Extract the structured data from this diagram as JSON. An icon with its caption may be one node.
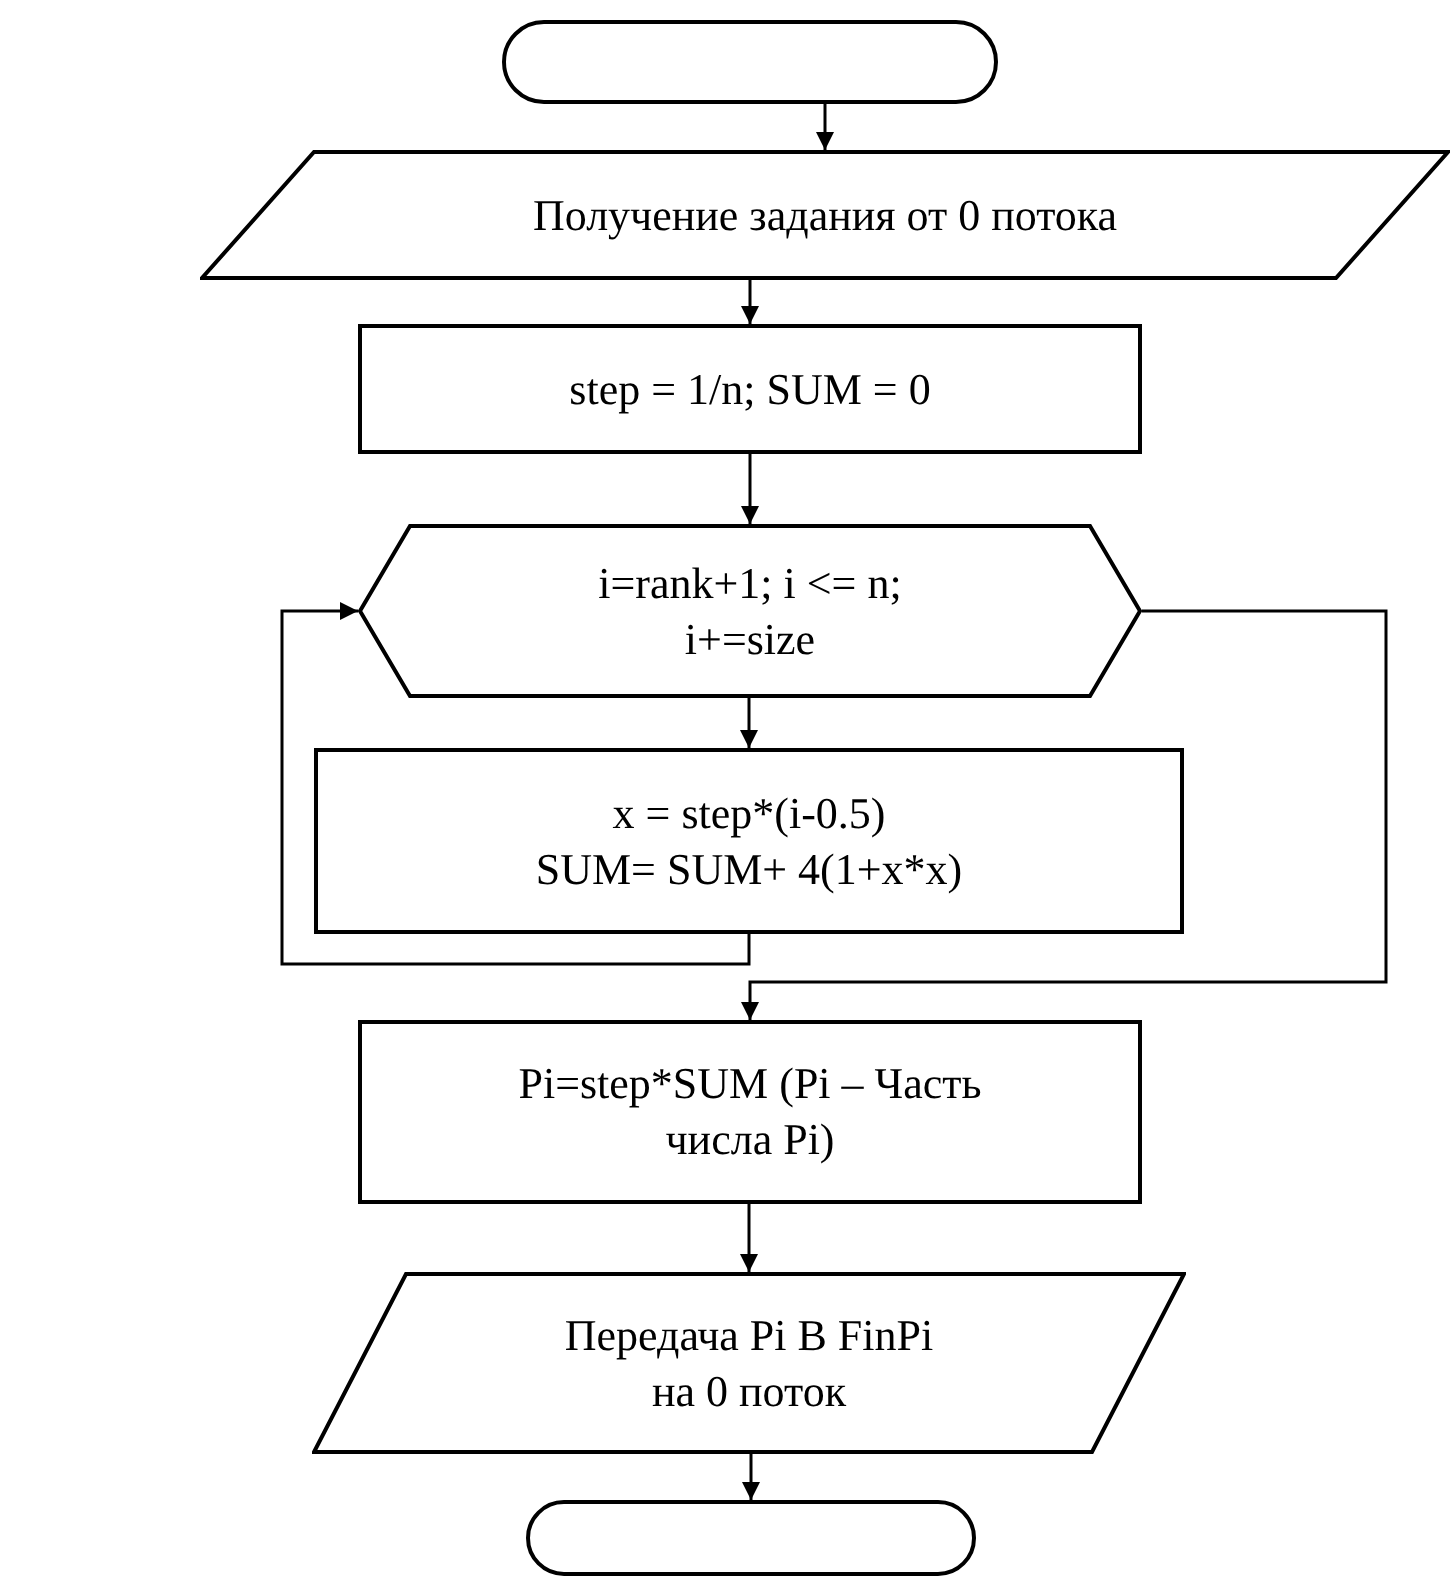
{
  "diagram": {
    "nodes": [
      {
        "text": [],
        "shape": "box"
      },
      {
        "text": [
          "Получение задания от 0 потока"
        ]
      },
      {
        "text": [
          "step = 1/n; SUM = 0"
        ]
      },
      {
        "text": [
          "i=rank+1; i <= n; i+=size"
        ]
      },
      {
        "text": [
          "x = step*(i-0.5)",
          "SUM= SUM+ 4(1+x*x)"
        ]
      },
      {
        "text": [
          "Pi=step*SUM (Pi – Часть числа Pi)"
        ]
      },
      {
        "text": [
          "Передача Pi В FinPi на 0 поток"
        ]
      },
      {
        "text": [],
        "shape": "box"
      }
    ],
    "edges": [
      {
        "from": 0,
        "to": 1,
        "arrow": "to"
      },
      {
        "from": 1,
        "to": 2,
        "arrow": "to"
      },
      {
        "from": 2,
        "to": 3,
        "arrow": "to"
      },
      {
        "from": 3,
        "to": 4,
        "arrow": "to"
      },
      {
        "from": 4,
        "to": 3,
        "arrow": "to"
      },
      {
        "from": 3,
        "to": 5,
        "arrow": "to"
      },
      {
        "from": 5,
        "to": 6,
        "arrow": "to"
      },
      {
        "from": 6,
        "to": 7,
        "arrow": "to"
      }
    ]
  }
}
